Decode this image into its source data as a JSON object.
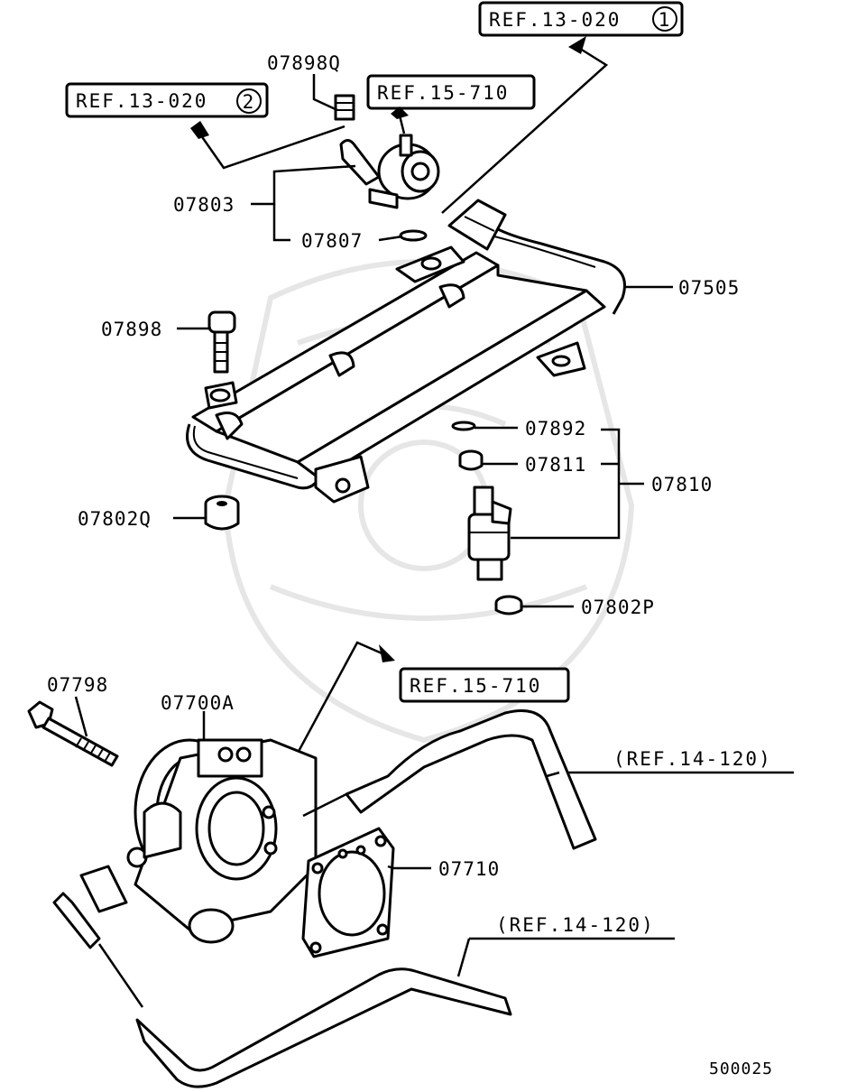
{
  "parts": {
    "p07898Q": "07898Q",
    "p07803": "07803",
    "p07807": "07807",
    "p07505": "07505",
    "p07898": "07898",
    "p07892": "07892",
    "p07811": "07811",
    "p07810": "07810",
    "p07802Q": "07802Q",
    "p07802P": "07802P",
    "p07798": "07798",
    "p07700A": "07700A",
    "p07710": "07710"
  },
  "refs": {
    "ref_13_020_a": "REF.13-020",
    "ref_13_020_a_circle": "1",
    "ref_13_020_b": "REF.13-020",
    "ref_13_020_b_circle": "2",
    "ref_15_710_top": "REF.15-710",
    "ref_15_710_mid": "REF.15-710",
    "ref_14_120_a": "(REF.14-120)",
    "ref_14_120_b": "(REF.14-120)"
  },
  "diagram_id": "500025"
}
